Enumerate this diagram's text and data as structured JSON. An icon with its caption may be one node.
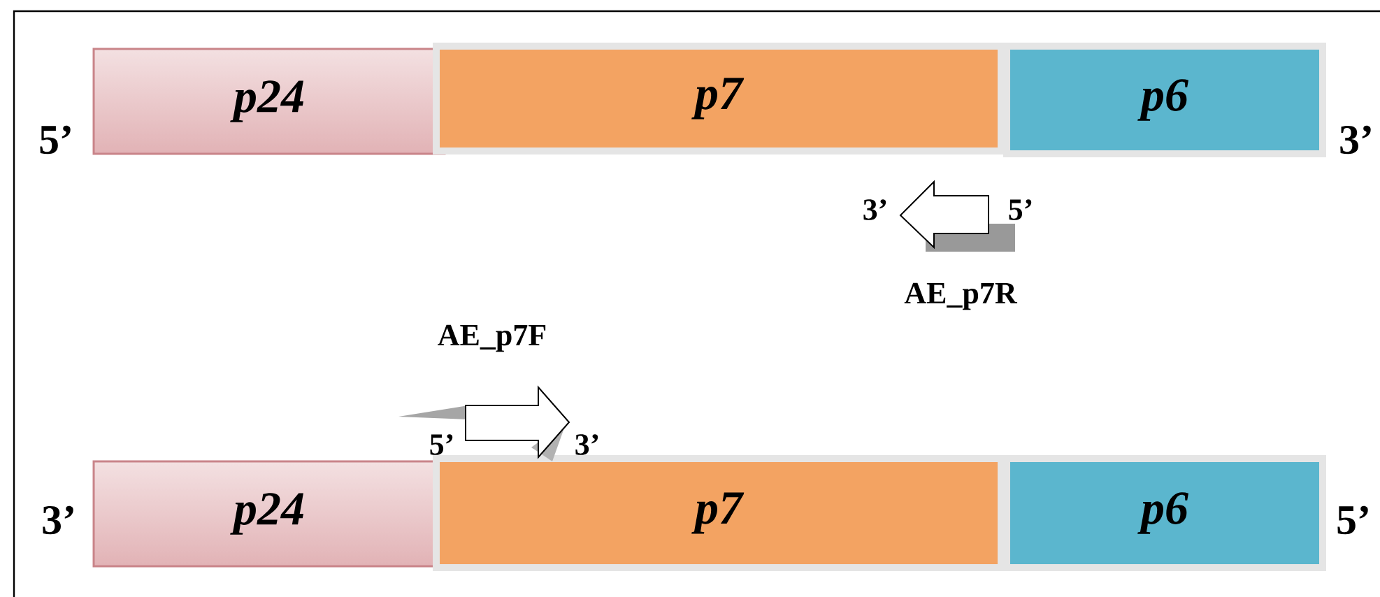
{
  "diagram": {
    "nodes": [
      {
        "text": [
          "p24"
        ]
      },
      {
        "text": [
          "p7"
        ]
      },
      {
        "text": [
          "p6"
        ]
      },
      {
        "text": [
          "p24"
        ]
      },
      {
        "text": [
          "p7"
        ]
      },
      {
        "text": [
          "p6"
        ]
      }
    ],
    "labels": [
      "5’",
      "3’",
      "3’",
      "5’",
      "AE_p7R",
      "AE_p7F",
      "5’",
      "3’",
      "3’",
      "5’"
    ]
  }
}
